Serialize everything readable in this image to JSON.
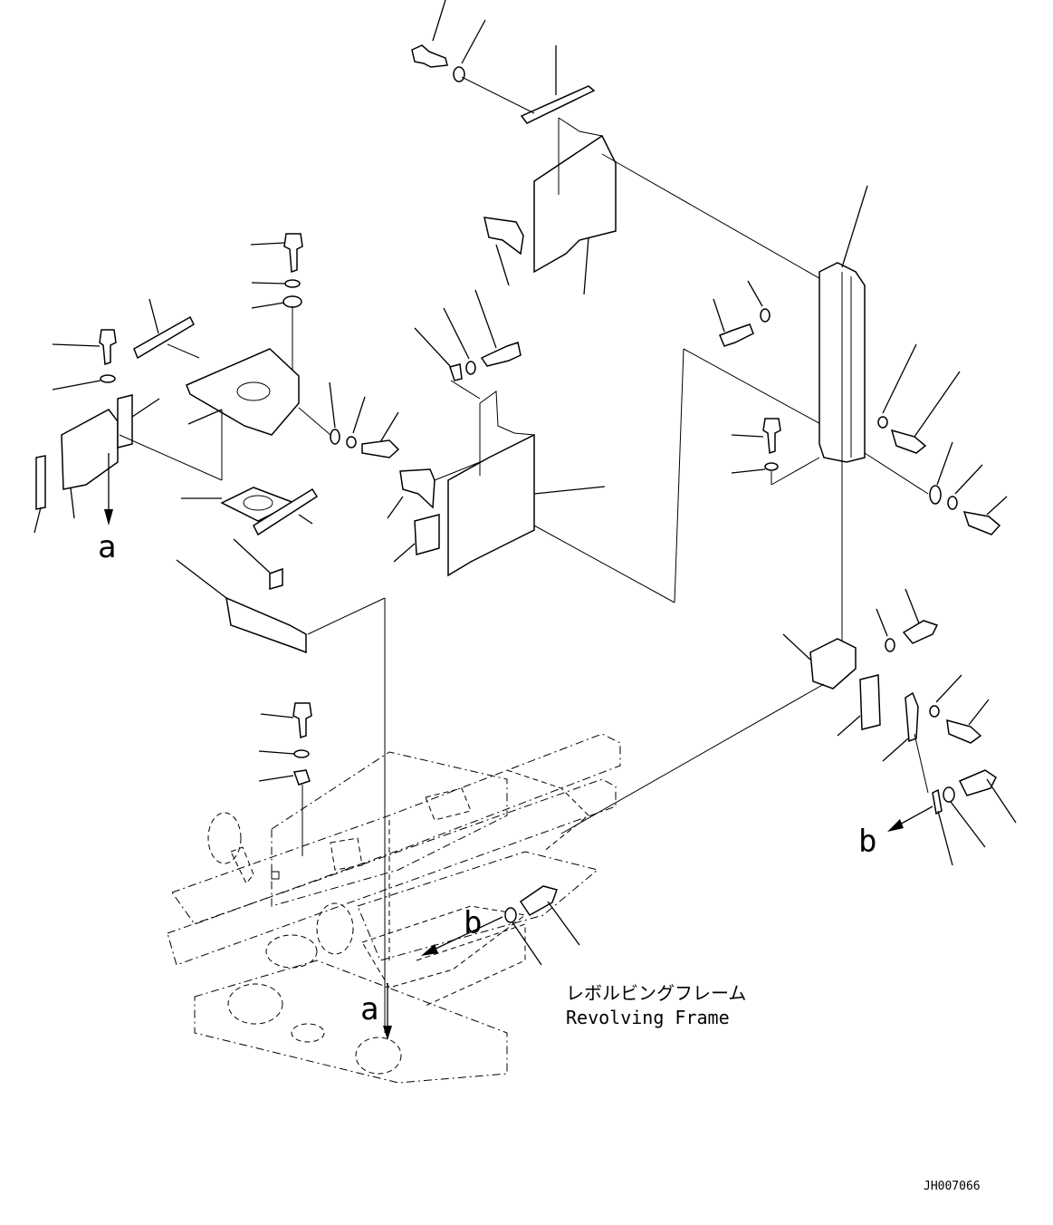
{
  "labels": {
    "view_a_top": "a",
    "view_a_bottom": "a",
    "view_b_right": "b",
    "view_b_bottom": "b",
    "frame_caption_jp": "レボルビングフレーム",
    "frame_caption_en": "Revolving Frame",
    "drawing_number": "JH007066"
  }
}
